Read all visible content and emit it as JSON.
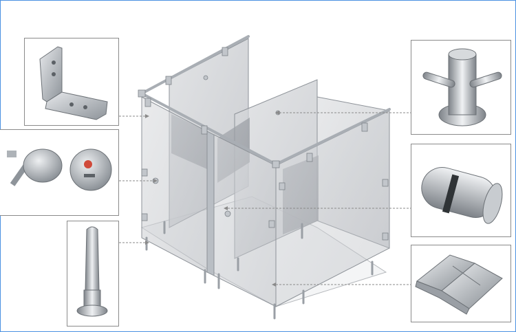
{
  "diagram": {
    "colors": {
      "frame_border": "#4a90e2",
      "panel_fill": "#c9ccd1",
      "panel_stroke": "#8d9298",
      "hardware_metal": "#b9bec4",
      "leader_line": "#8a8a8a"
    },
    "main_illustration": {
      "subject": "toilet-cubicle-partition",
      "view": "isometric"
    },
    "callouts": [
      {
        "side": "left",
        "icon": "angle-bracket-icon",
        "target": "wall-bracket"
      },
      {
        "side": "left",
        "icon": "door-lock-indicator-icon",
        "target": "door-lock"
      },
      {
        "side": "left",
        "icon": "adjustable-leg-icon",
        "target": "support-leg"
      },
      {
        "side": "right",
        "icon": "coat-hook-icon",
        "target": "door-hook"
      },
      {
        "side": "right",
        "icon": "door-knob-icon",
        "target": "door-handle"
      },
      {
        "side": "right",
        "icon": "door-hinge-icon",
        "target": "door-hinge"
      }
    ]
  }
}
